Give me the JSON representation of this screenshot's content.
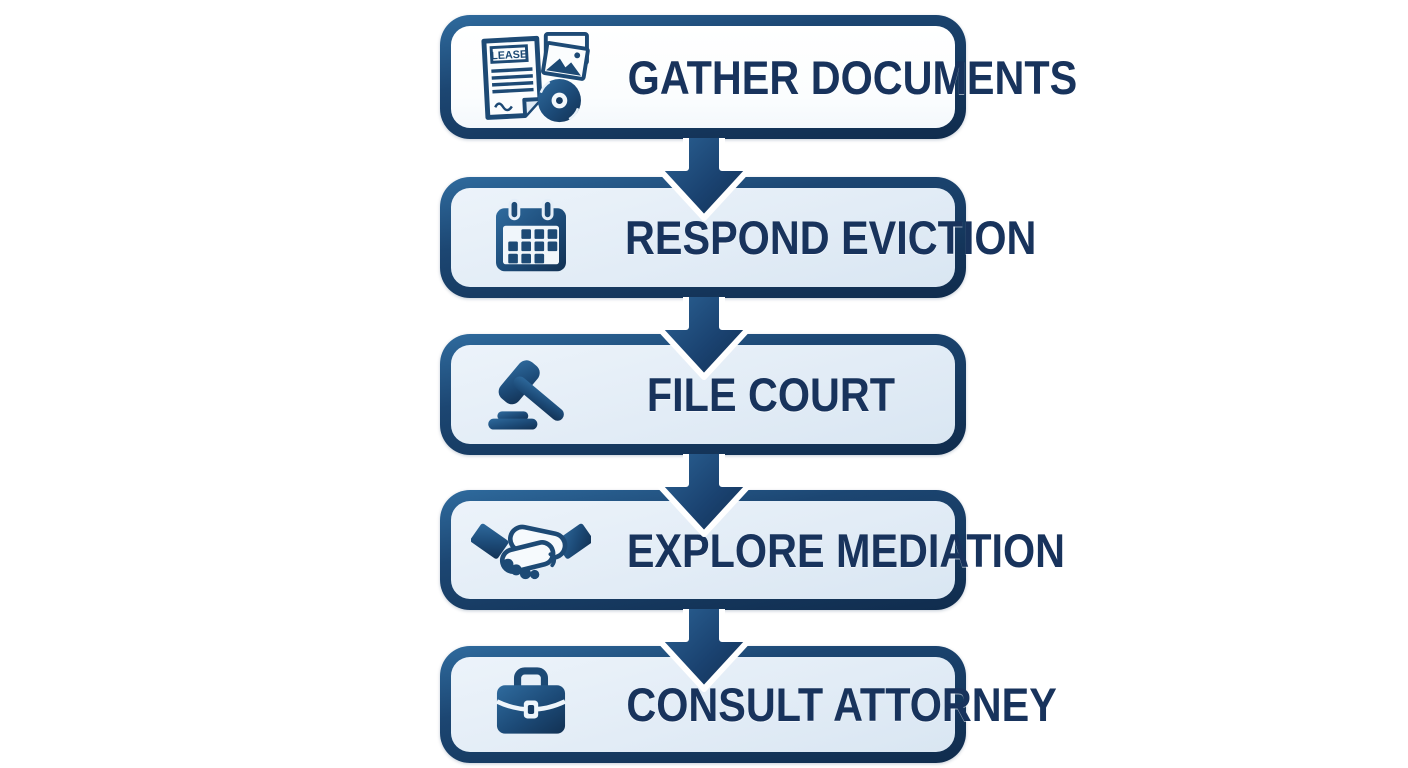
{
  "diagram": {
    "type": "flowchart",
    "direction": "top-down",
    "connector_icon": "down-arrow-icon",
    "connector_count": 4
  },
  "steps": [
    {
      "label": "GATHER DOCUMENTS",
      "icon": "lease-documents-photos-cd-icon",
      "icon_text": "LEASE",
      "background": "#fdfefe"
    },
    {
      "label": "RESPOND EVICTION",
      "icon": "calendar-icon",
      "background": "#e2ecf6"
    },
    {
      "label": "FILE COURT",
      "icon": "gavel-icon",
      "background": "#e2ecf6"
    },
    {
      "label": "EXPLORE MEDIATION",
      "icon": "handshake-icon",
      "background": "#e2ecf6"
    },
    {
      "label": "CONSULT ATTORNEY",
      "icon": "briefcase-icon",
      "background": "#e2ecf6"
    }
  ],
  "colors": {
    "border_navy_dark": "#102c4d",
    "border_navy_light": "#2f6b9e",
    "text_navy": "#18335c",
    "icon_navy": "#1d4a75",
    "box_light_blue": "#e2ecf6",
    "box_white": "#fdfefe",
    "arrow_navy": "#1d4975",
    "outline_white": "#ffffff"
  }
}
